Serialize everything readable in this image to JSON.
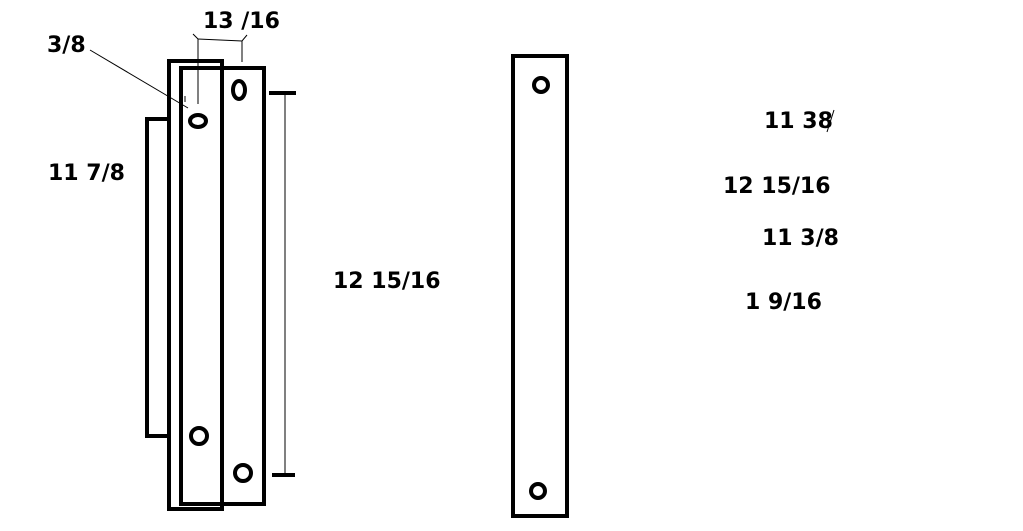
{
  "labels": {
    "hole_diameter": "3/8",
    "hole_spacing_width": "13 /16",
    "left_hole_span": "11 7/8",
    "overall_length": "12 15/16",
    "notes": [
      "11 38",
      "12 15/16",
      "11 3/8",
      "1 9/16"
    ]
  },
  "colors": {
    "ink": "#000000",
    "background": "#ffffff"
  }
}
